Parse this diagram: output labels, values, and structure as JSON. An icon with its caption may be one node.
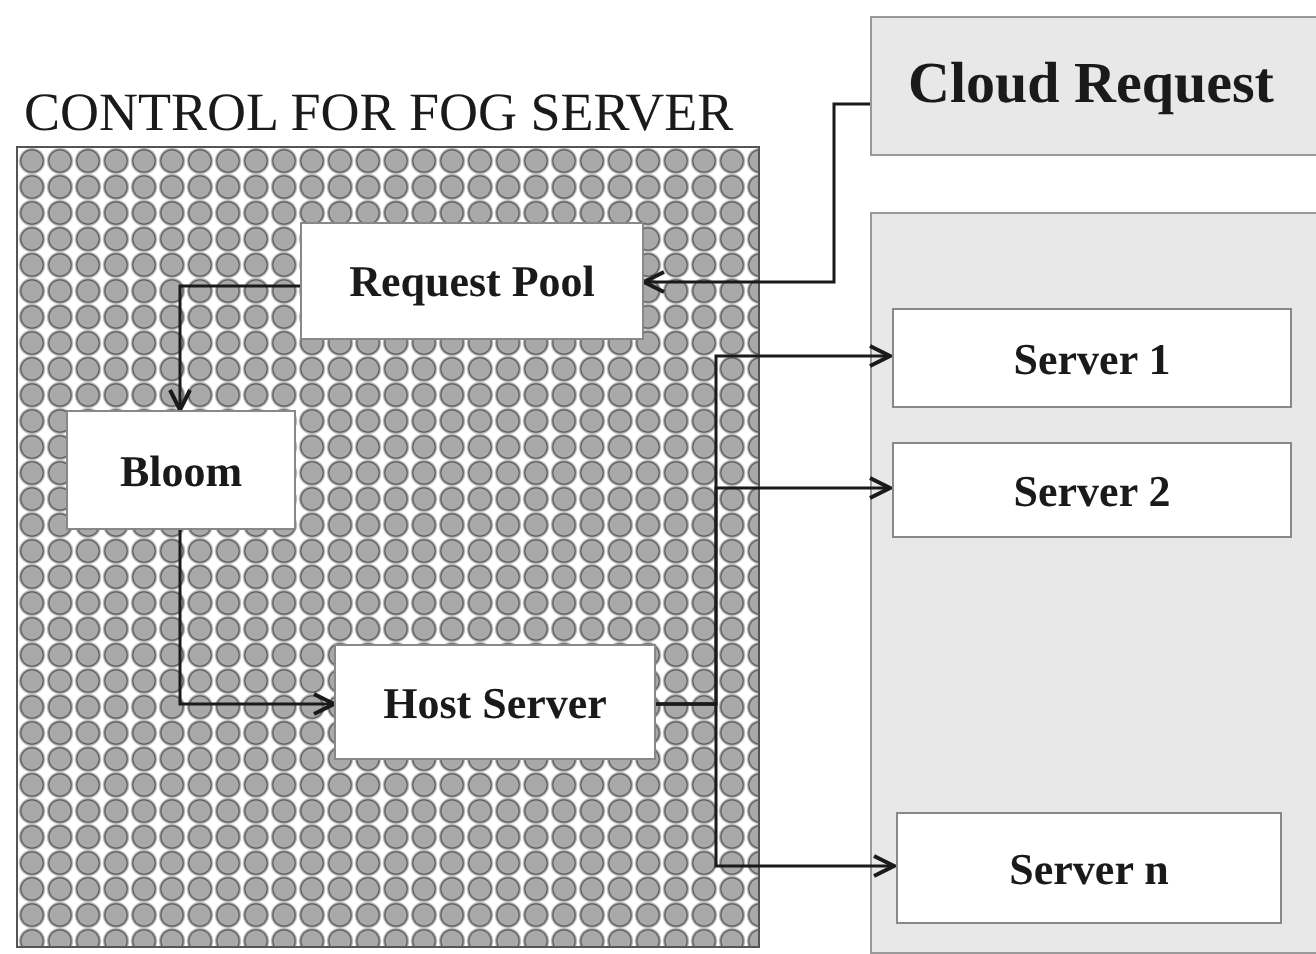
{
  "diagram": {
    "nodes": [
      {
        "text": [
          "CONTROL FOR FOG SERVER"
        ]
      },
      {
        "text": [
          "Cloud Request"
        ]
      },
      {
        "text": [
          "Request Pool"
        ],
        "in": 0
      },
      {
        "text": [
          "Bloom"
        ],
        "in": 0
      },
      {
        "text": [
          "Host Server"
        ],
        "in": 0
      },
      {
        "text": [],
        "shape": "box"
      },
      {
        "text": [
          "Server 1"
        ],
        "in": 5
      },
      {
        "text": [
          "Server 2"
        ],
        "in": 5
      },
      {
        "text": [
          "Server n"
        ],
        "in": 5
      }
    ],
    "edges": [
      {
        "from": 1,
        "to": 2,
        "arrow": "to"
      },
      {
        "from": 2,
        "to": 3,
        "arrow": "to"
      },
      {
        "from": 3,
        "to": 4,
        "arrow": "to"
      },
      {
        "from": 4,
        "to": 6,
        "arrow": "to"
      },
      {
        "from": 4,
        "to": 7,
        "arrow": "to"
      },
      {
        "from": 4,
        "to": 8,
        "arrow": "to"
      }
    ]
  }
}
